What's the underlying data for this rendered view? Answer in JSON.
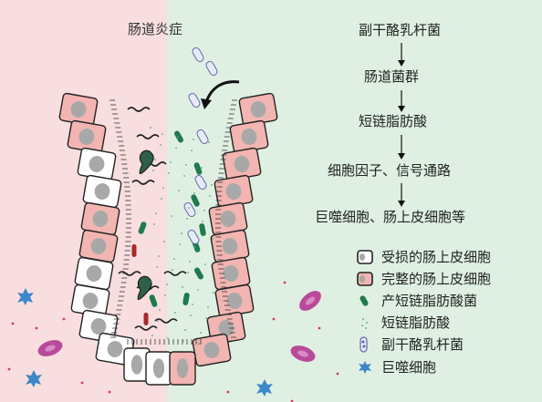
{
  "diagram": {
    "panel_title": "肠道炎症",
    "flow_steps": [
      "副干酪乳杆菌",
      "肠道菌群",
      "短链脂肪酸",
      "细胞因子、信号通路",
      "巨噬细胞、肠上皮细胞等"
    ],
    "legend": [
      {
        "label": "受损的肠上皮细胞",
        "icon": "damaged-cell-icon"
      },
      {
        "label": "完整的肠上皮细胞",
        "icon": "intact-cell-icon"
      },
      {
        "label": "产短链脂肪酸菌",
        "icon": "scfa-bacteria-icon"
      },
      {
        "label": "短链脂肪酸",
        "icon": "scfa-dots-icon"
      },
      {
        "label": "副干酪乳杆菌",
        "icon": "lactobacillus-icon"
      },
      {
        "label": "巨噬细胞",
        "icon": "macrophage-icon"
      }
    ],
    "colors": {
      "inflamed_bg": "#f8dede",
      "healthy_bg": "#dff0e3",
      "intact_cell": "#f2b5b1",
      "damaged_cell": "#ffffff",
      "nucleus": "#a8a8a8",
      "scfa_bacteria": "#1f7a4d",
      "macrophage": "#3b87c9",
      "red_blood_cell": "#b94a9a",
      "lactobacillus": "#8a93c9"
    }
  }
}
